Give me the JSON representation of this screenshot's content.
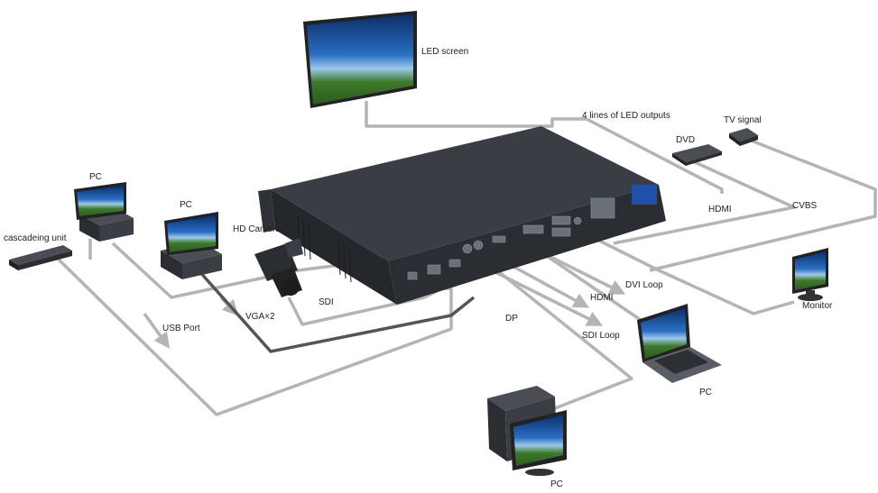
{
  "labels": {
    "led_screen": "LED screen",
    "led_outputs": "4 lines of LED outputs",
    "tv_signal": "TV signal",
    "dvd": "DVD",
    "hdmi_in": "HDMI",
    "cvbs": "CVBS",
    "pc_top": "PC",
    "pc_mid": "PC",
    "cascade_unit": "cascadeing unit",
    "hd_camera": "HD Camera",
    "sdi": "SDI",
    "vga": "VGA×2",
    "usb_port": "USB Port",
    "dp": "DP",
    "hdmi_out": "HDMI",
    "sdi_loop": "SDI Loop",
    "dvi_loop": "DVI Loop",
    "monitor": "Monitor",
    "pc_laptop": "PC",
    "pc_desktop": "PC"
  },
  "colors": {
    "cable": "#b4b4b4",
    "cable_dark": "#555555",
    "chassis": "#3a3e44",
    "chassis_front": "#2a2d31",
    "screen_blue": "#1a4f9c",
    "field_green": "#3d7a2a"
  }
}
